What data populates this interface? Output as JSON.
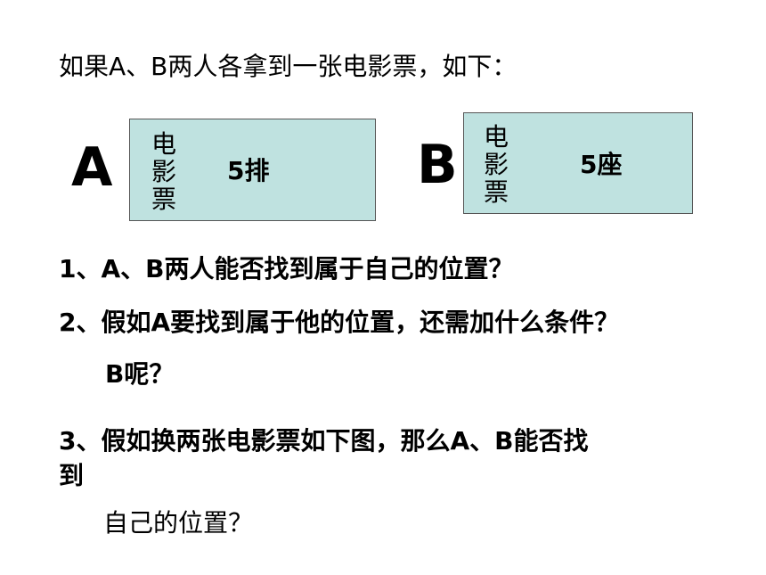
{
  "intro": "如果A、B两人各拿到一张电影票，如下：",
  "tickets": [
    {
      "person": "A",
      "label": "电影票",
      "value": "5排"
    },
    {
      "person": "B",
      "label": "电影票",
      "value": "5座"
    }
  ],
  "questions": {
    "q1": "1、A、B两人能否找到属于自己的位置？",
    "q2": "2、假如A要找到属于他的位置，还需加什么条件？",
    "q2_followup": "B呢？",
    "q3_line1": "3、假如换两张电影票如下图，那么A、B能否找",
    "q3_line2": "到",
    "q3_line3": "自己的位置？"
  }
}
